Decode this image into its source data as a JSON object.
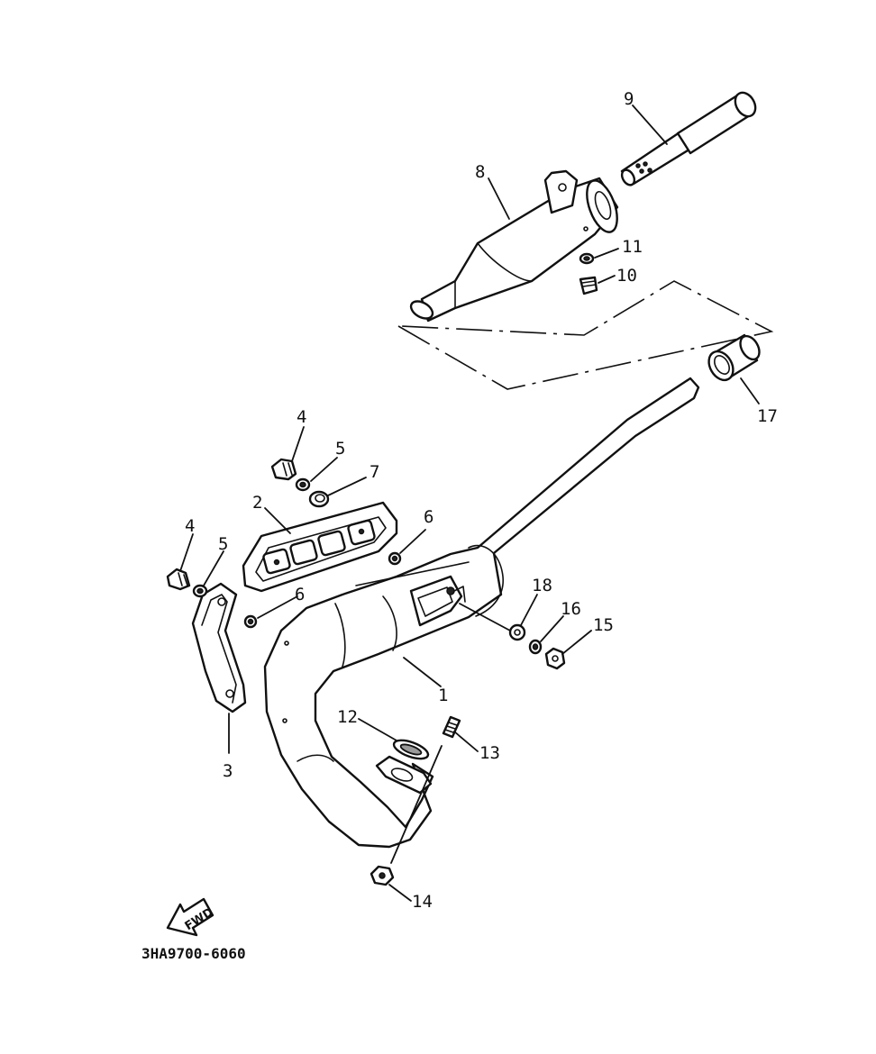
{
  "diagram": {
    "code": "3HA9700-6060",
    "fwd_label": "FWD"
  },
  "callouts": {
    "c1": "1",
    "c2": "2",
    "c3": "3",
    "c4a": "4",
    "c4b": "4",
    "c5a": "5",
    "c5b": "5",
    "c6a": "6",
    "c6b": "6",
    "c7": "7",
    "c8": "8",
    "c9": "9",
    "c10": "10",
    "c11": "11",
    "c12": "12",
    "c13": "13",
    "c14": "14",
    "c15": "15",
    "c16": "16",
    "c17": "17",
    "c18": "18"
  }
}
